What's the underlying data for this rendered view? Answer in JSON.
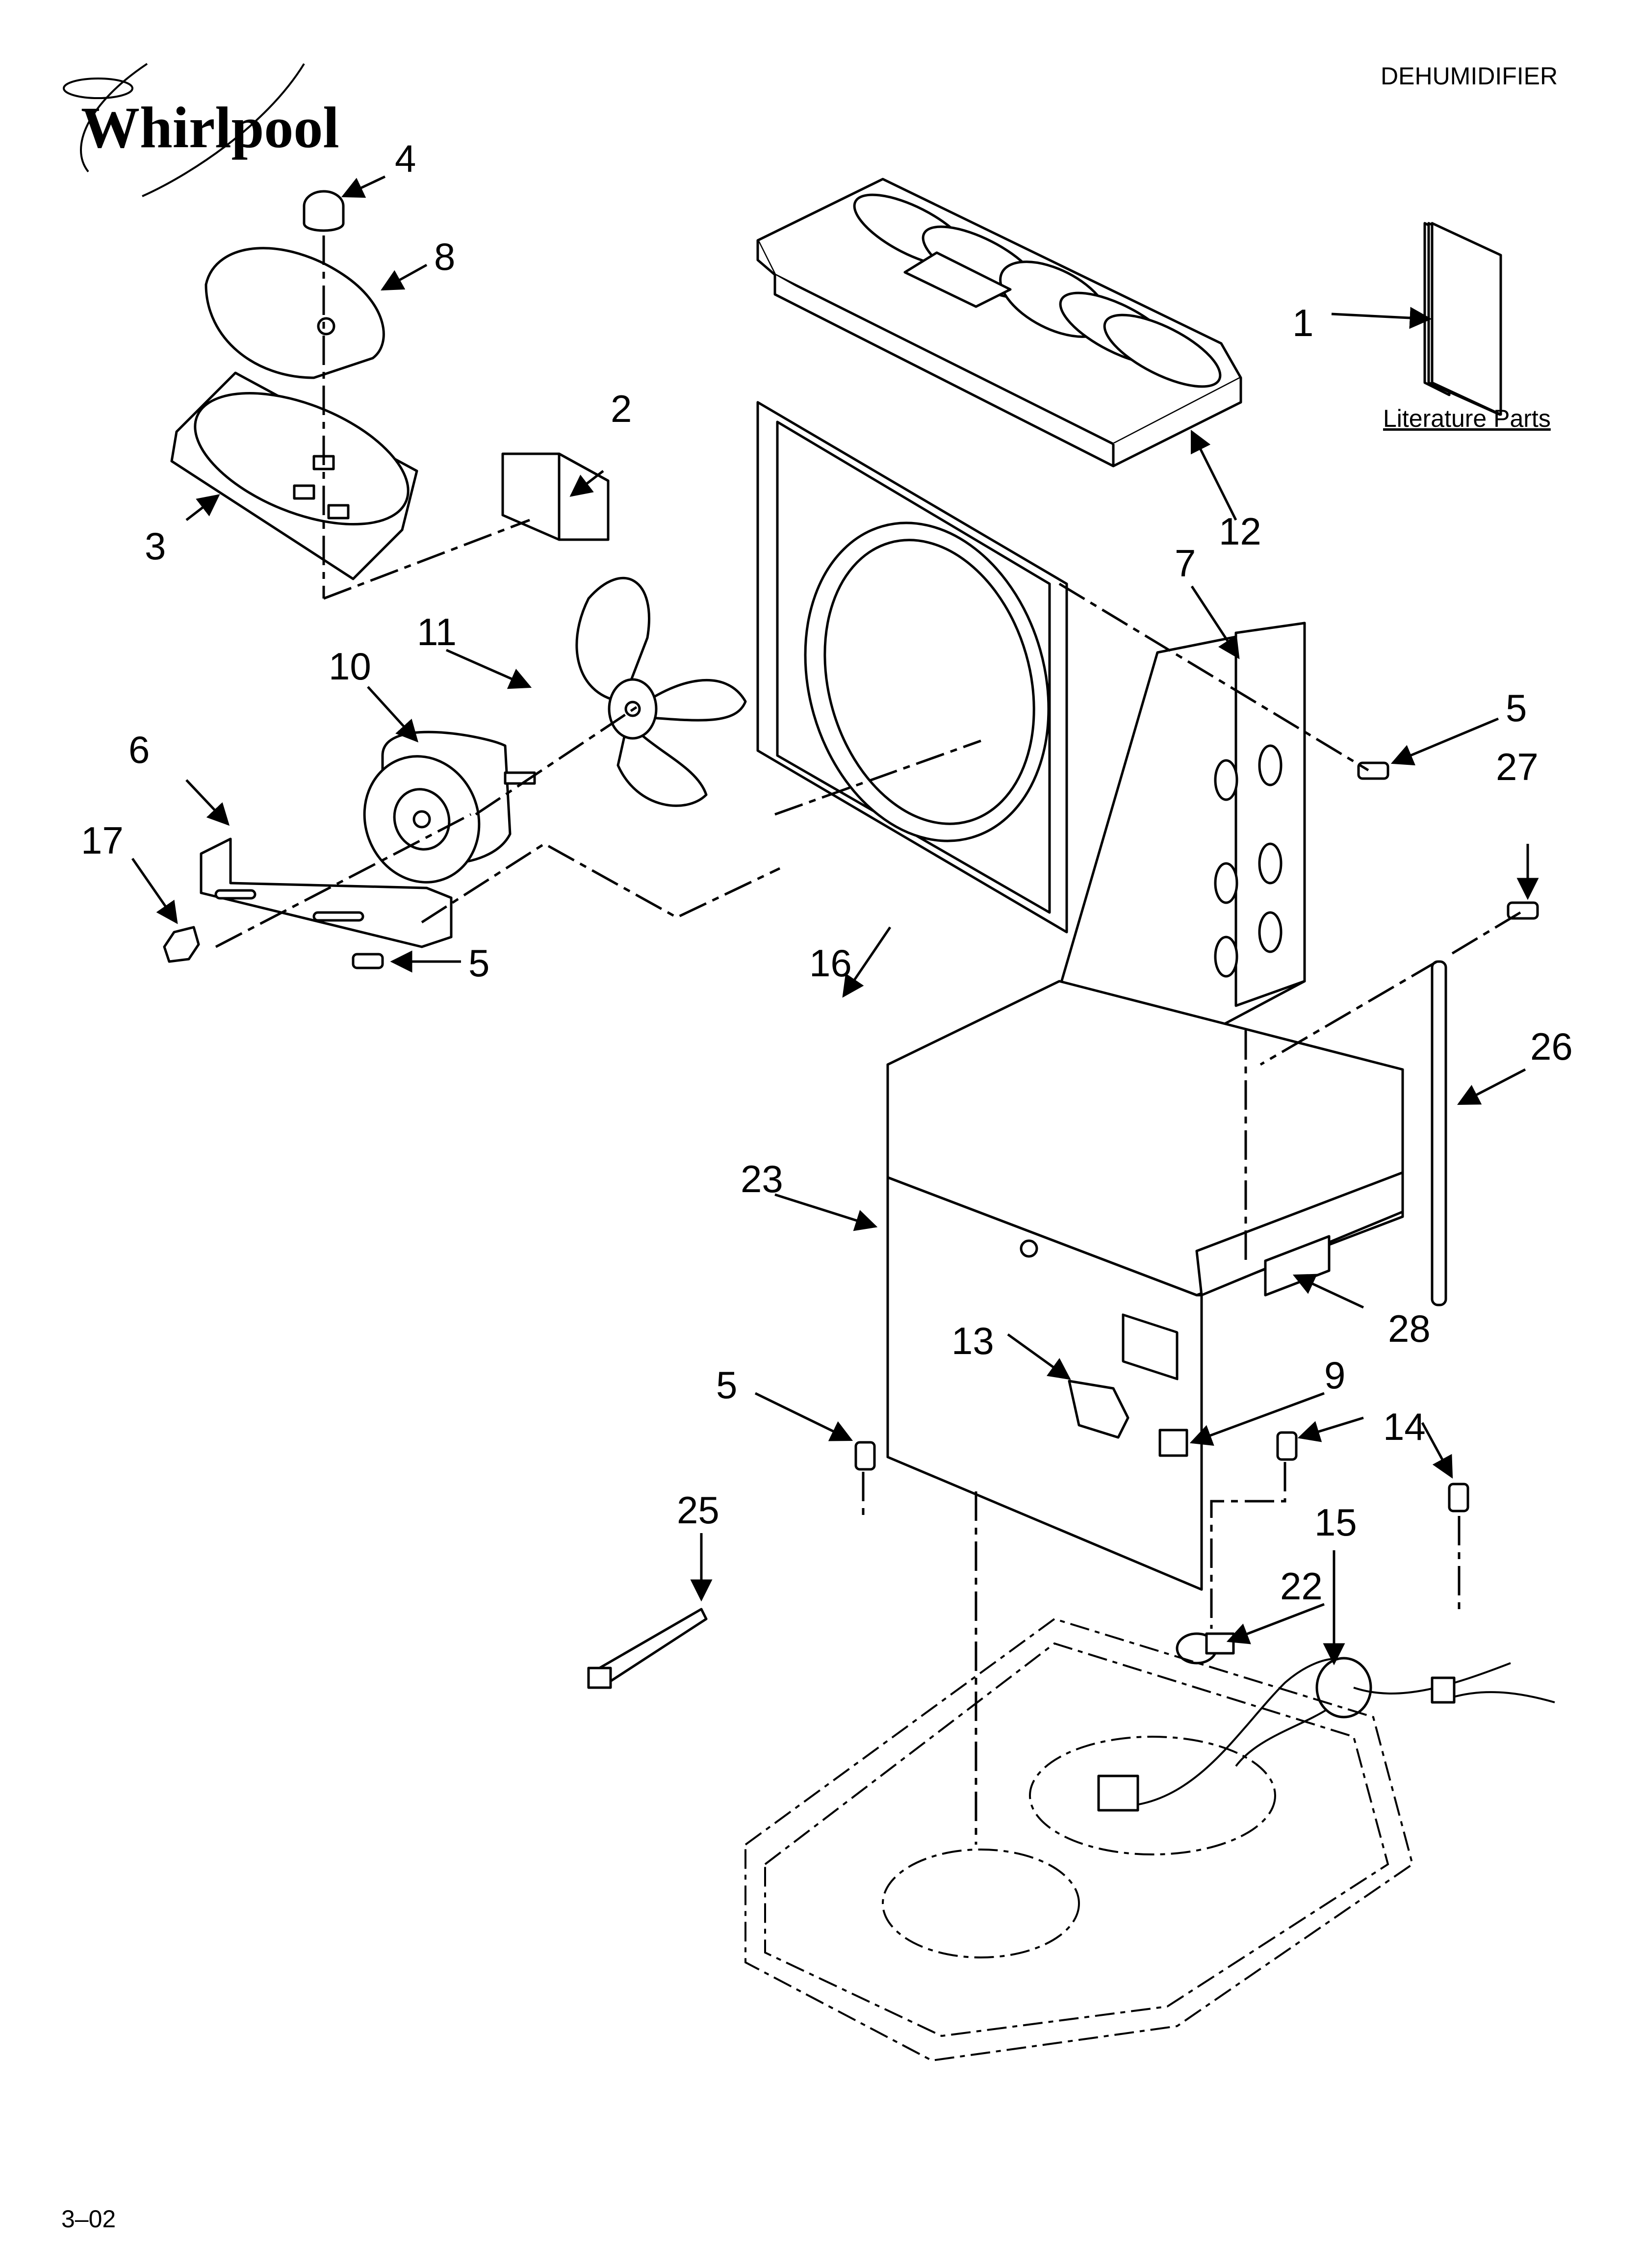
{
  "page": {
    "brand": "Whirlpool",
    "header": "DEHUMIDIFIER",
    "footer": "3–02",
    "literature_label": "Literature Parts"
  },
  "callouts": {
    "c1": "1",
    "c2": "2",
    "c3": "3",
    "c4": "4",
    "c5a": "5",
    "c5b": "5",
    "c5c": "5",
    "c6": "6",
    "c7": "7",
    "c8": "8",
    "c9": "9",
    "c10": "10",
    "c11": "11",
    "c12": "12",
    "c13": "13",
    "c14": "14",
    "c15": "15",
    "c16": "16",
    "c17": "17",
    "c22": "22",
    "c23": "23",
    "c25": "25",
    "c26": "26",
    "c27": "27",
    "c28": "28"
  }
}
